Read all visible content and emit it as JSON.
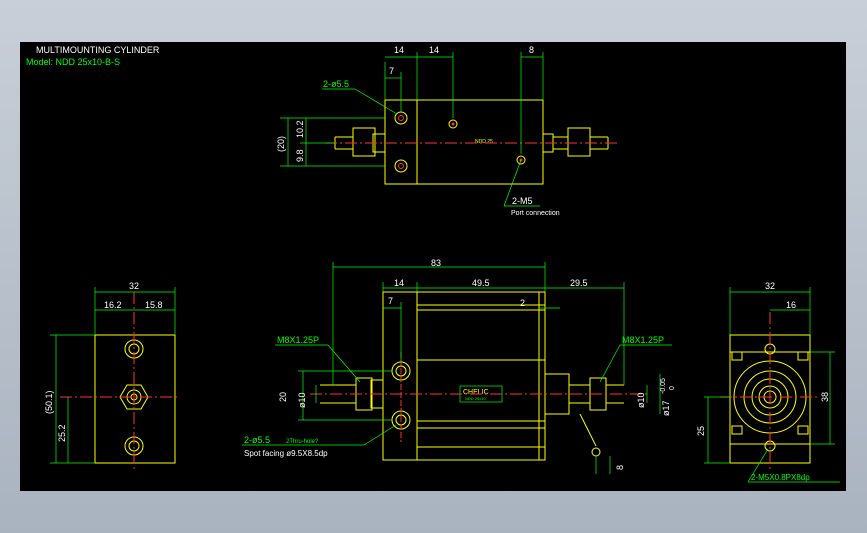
{
  "title": "MULTIMOUNTING CYLINDER",
  "model": "Model: NDD 25x10-B-S",
  "top_view": {
    "dims": [
      "14",
      "14",
      "8",
      "7",
      "(20)",
      "10.2",
      "9.8"
    ],
    "holes_label": "2-ø5.5",
    "port_label": "2-M5",
    "port_sub": "Port connection",
    "body_mark": "NDD 25"
  },
  "front_view": {
    "dims": [
      "83",
      "14",
      "49.5",
      "29.5",
      "7",
      "2",
      "20",
      "ø10",
      "ø10",
      "ø17",
      "-0.05",
      "0",
      "8"
    ],
    "thread_left": "M8X1.25P",
    "thread_right": "M8X1.25P",
    "holes_label": "2-ø5.5",
    "holes_label_sub": "2Thru-hole?",
    "spot_label": "Spot facing   ø9.5X8.5dp",
    "brand_mark": "CHELIC",
    "brand_sub": "NDD 25x10"
  },
  "left_view": {
    "dims": [
      "32",
      "16.2",
      "15.8",
      "(50.1)",
      "25.2"
    ]
  },
  "right_view": {
    "dims": [
      "32",
      "16",
      "38",
      "25"
    ],
    "thread_label": "2-M5X0.8PX8dp"
  },
  "colors": {
    "line": "#ffff00",
    "dim": "#00ff00",
    "center": "#ff3333",
    "text": "#ffffff",
    "bg": "#000000"
  }
}
